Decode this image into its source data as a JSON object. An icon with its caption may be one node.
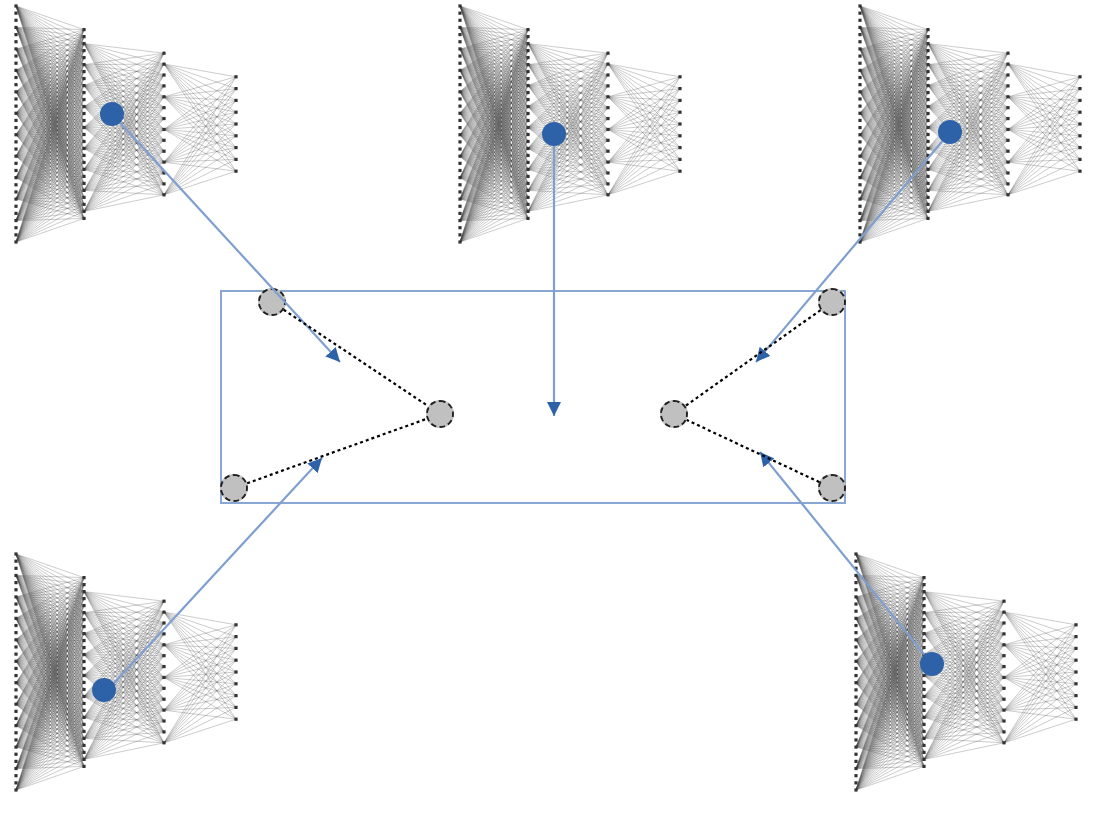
{
  "diagram": {
    "nodes": [
      {
        "text": [],
        "shape": "picture"
      },
      {
        "text": [],
        "shape": "circle",
        "in": 0
      },
      {
        "text": [],
        "shape": "picture"
      },
      {
        "text": [],
        "shape": "circle",
        "in": 2
      },
      {
        "text": [],
        "shape": "picture"
      },
      {
        "text": [],
        "shape": "circle",
        "in": 4
      },
      {
        "text": [],
        "shape": "box"
      },
      {
        "text": [],
        "shape": "circle",
        "in": 6
      },
      {
        "text": [],
        "shape": "circle",
        "in": 6
      },
      {
        "text": [],
        "shape": "circle",
        "in": 6
      },
      {
        "text": [],
        "shape": "circle",
        "in": 6
      },
      {
        "text": [],
        "shape": "circle",
        "in": 6
      },
      {
        "text": [],
        "shape": "circle",
        "in": 6
      },
      {
        "text": [],
        "shape": "picture"
      },
      {
        "text": [],
        "shape": "circle",
        "in": 13
      },
      {
        "text": [],
        "shape": "picture"
      },
      {
        "text": [],
        "shape": "circle",
        "in": 15
      }
    ],
    "edges": [
      {
        "from": 1,
        "to": null,
        "arrow": "to"
      },
      {
        "from": 3,
        "to": null,
        "arrow": "to"
      },
      {
        "from": 5,
        "to": null,
        "arrow": "to"
      },
      {
        "from": 14,
        "to": 6,
        "arrow": "to"
      },
      {
        "from": 16,
        "to": null,
        "arrow": "to"
      },
      {
        "from": 7,
        "to": 8,
        "arrow": "none",
        "style": "dashed",
        "color": "#000000"
      },
      {
        "from": 9,
        "to": 8,
        "arrow": "none",
        "style": "dashed",
        "color": "#000000"
      },
      {
        "from": 10,
        "to": 11,
        "arrow": "none",
        "style": "dashed",
        "color": "#000000"
      },
      {
        "from": 12,
        "to": 11,
        "arrow": "none",
        "style": "dashed",
        "color": "#000000"
      }
    ]
  }
}
